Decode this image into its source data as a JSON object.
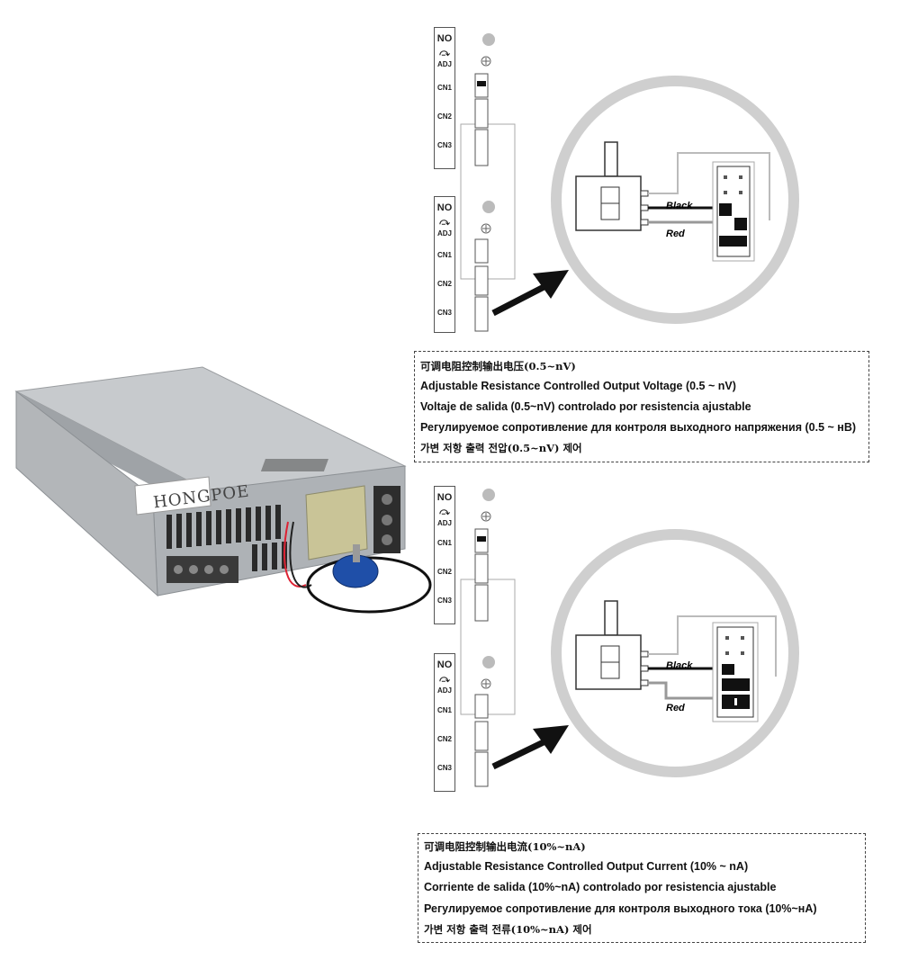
{
  "product": {
    "brand_label": "HONGPOE"
  },
  "strip_labels": {
    "no": "NO",
    "adj": "ADJ",
    "cn1": "CN1",
    "cn2": "CN2",
    "cn3": "CN3"
  },
  "wire_labels": {
    "black": "Black",
    "red": "Red"
  },
  "voltage_caption": {
    "cn": "可调电阻控制输出电压(0.5~nV)",
    "en": "Adjustable Resistance Controlled Output Voltage (0.5 ~ nV)",
    "es": "Voltaje de salida (0.5~nV) controlado por resistencia ajustable",
    "ru": "Регулируемое сопротивление для контроля выходного напряжения (0.5 ~ нВ)",
    "kr": "가변 저항 출력 전압(0.5~nV) 제어"
  },
  "current_caption": {
    "cn": "可调电阻控制输出电流(10%~nA)",
    "en": "Adjustable Resistance Controlled Output Current (10% ~ nA)",
    "es": "Corriente de salida (10%~nA) controlado por resistencia ajustable",
    "ru": "Регулируемое сопротивление для контроля выходного тока (10%~нА)",
    "kr": "가변 저항 출력 전류(10%~nA) 제어"
  },
  "colors": {
    "circle_ring": "#cfcfcf",
    "arrow": "#111111",
    "potentiometer_blue": "#1f4fa8",
    "case_grey": "#b9bcc0"
  }
}
